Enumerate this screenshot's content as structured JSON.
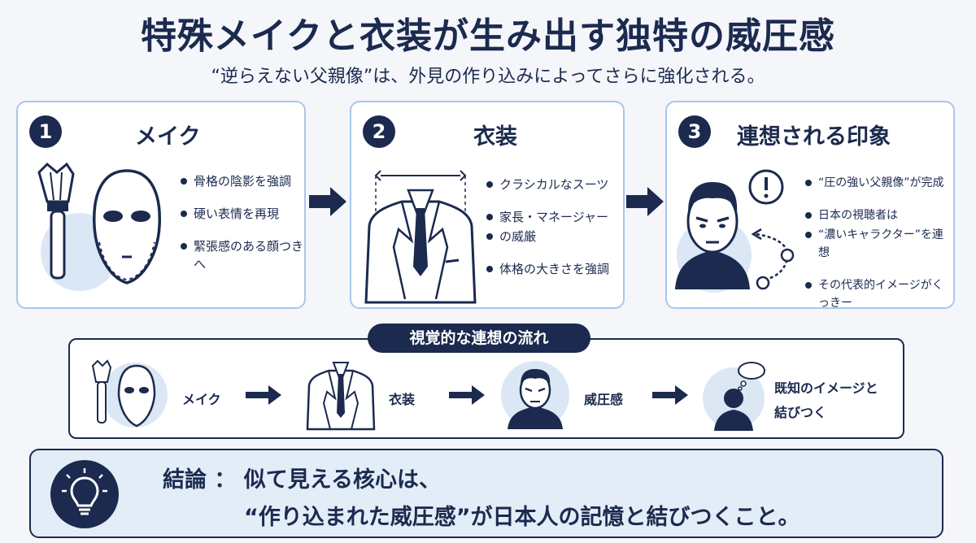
{
  "header": {
    "title": "特殊メイクと衣装が生み出す独特の威圧感",
    "subtitle": "“逆らえない父親像”は、外見の作り込みによってさらに強化される。"
  },
  "cards": [
    {
      "number": "1",
      "title": "メイク",
      "bullets": [
        "骨格の陰影を強調",
        "硬い表情を再現",
        "緊張感のある顔つきへ"
      ]
    },
    {
      "number": "2",
      "title": "衣装",
      "bullets": [
        "クラシカルなスーツ",
        "家長・マネージャー",
        "の威厳",
        "体格の大きさを強調"
      ]
    },
    {
      "number": "3",
      "title": "連想される印象",
      "bullets": [
        "“圧の強い父親像”が完成",
        "日本の視聴者は",
        "“濃いキャラクター”を連想",
        "その代表的イメージがくっきー"
      ]
    }
  ],
  "flow": {
    "label": "視覚的な連想の流れ",
    "steps": [
      "メイク",
      "衣装",
      "威圧感",
      "既知のイメージと",
      "結びつく"
    ]
  },
  "conclusion": {
    "line1": "結論 ： 似て見える核心は、",
    "line2": "“作り込まれた威圧感”が日本人の記憶と結びつくこと。"
  },
  "icons": [
    "makeup-brush-icon",
    "mask-icon",
    "suit-icon",
    "man-face-icon",
    "exclamation-icon",
    "cycle-arrow-icon",
    "thinking-person-icon",
    "lightbulb-icon",
    "arrow-right-icon"
  ],
  "colors": {
    "navy": "#1b2a4e",
    "light_blue": "#dbe7f5",
    "border_blue": "#a9c7ea"
  }
}
